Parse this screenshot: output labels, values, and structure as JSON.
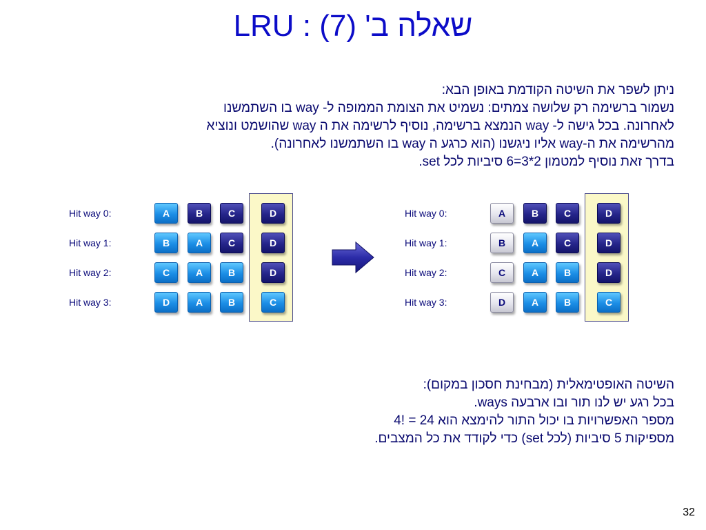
{
  "title": "שאלה ב' (7) : LRU",
  "intro_lines": [
    "ניתן לשפר את השיטה הקודמת באופן הבא:",
    "נשמור ברשימה רק שלושה צמתים: נשמיט את הצומת הממופה ל- way בו השתמשנו",
    "לאחרונה. בכל גישה ל- way הנמצא ברשימה, נוסיף לרשימה את ה way שהושמט ונוציא",
    "מהרשימה את ה-way אליו ניגשנו (הוא כרגע ה way בו השתמשנו לאחרונה).",
    "בדרך זאת נוסיף למטמון  2*3=6 סיביות לכל set."
  ],
  "left_diagram": {
    "rows": [
      {
        "label": "Hit way 0:",
        "cells": [
          "A",
          "B",
          "C",
          "D"
        ]
      },
      {
        "label": "Hit way 1:",
        "cells": [
          "B",
          "A",
          "C",
          "D"
        ]
      },
      {
        "label": "Hit way 2:",
        "cells": [
          "C",
          "A",
          "B",
          "D"
        ]
      },
      {
        "label": "Hit way 3:",
        "cells": [
          "D",
          "A",
          "B",
          "C"
        ]
      }
    ]
  },
  "right_diagram": {
    "rows": [
      {
        "label": "Hit way 0:",
        "cells": [
          "A",
          "B",
          "C",
          "D"
        ]
      },
      {
        "label": "Hit way 1:",
        "cells": [
          "B",
          "A",
          "C",
          "D"
        ]
      },
      {
        "label": "Hit way 2:",
        "cells": [
          "C",
          "A",
          "B",
          "D"
        ]
      },
      {
        "label": "Hit way 3:",
        "cells": [
          "D",
          "A",
          "B",
          "C"
        ]
      }
    ]
  },
  "optimal_lines": [
    "השיטה האופטימאלית (מבחינת חסכון במקום):",
    "בכל רגע יש לנו תור ובו ארבעה ways.",
    "מספר האפשרויות בו יכול התור להימצא הוא 24 = !4",
    "מספיקות 5 סיביות (לכל set) כדי לקודד את כל המצבים."
  ],
  "arrow_icon": "right-arrow-icon",
  "colors": {
    "light_cell": "#1c8ee6",
    "dark_cell": "#25258a",
    "gray_cell": "#e6e6ee",
    "highlight": "#fbf8c8",
    "text": "#08086e"
  },
  "page_number": "32"
}
